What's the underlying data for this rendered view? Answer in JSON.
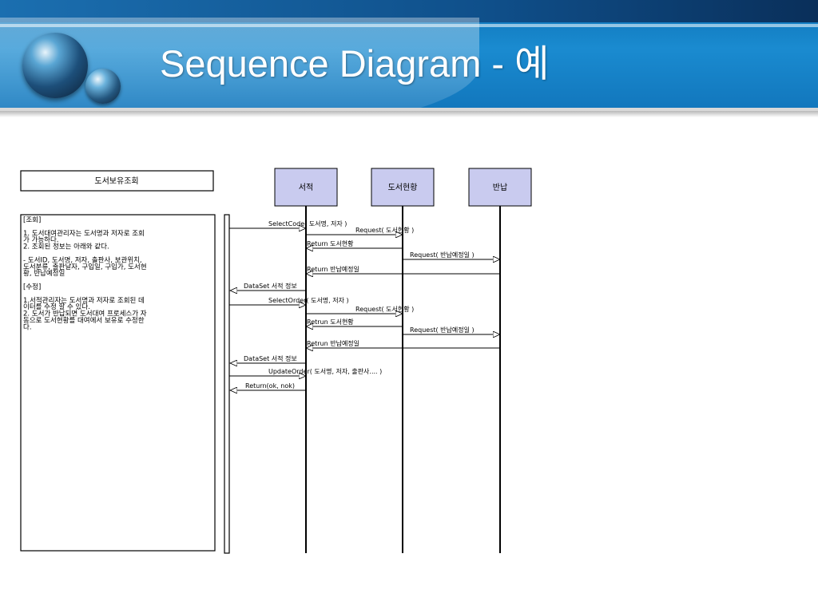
{
  "slide": {
    "title": "Sequence Diagram - 예"
  },
  "diagram": {
    "usecase_title": "도서보유조회",
    "objects": [
      {
        "label": "서적"
      },
      {
        "label": "도서현황"
      },
      {
        "label": "반납"
      }
    ],
    "description_lines": [
      "[조회]",
      "",
      "1. 도서대여관리자는 도서명과 저자로 조회",
      "가 가능하다.",
      "2. 조회된 정보는 아래와 같다.",
      "",
      "- 도서ID, 도서명, 저자, 출판사, 보관위치,",
      "도서분류, 출판날자, 구입일, 구입가, 도서현",
      "황, 반납예정일",
      "",
      "[수정]",
      "",
      "1.서적관리자는 도서명과 저자로 조회된 데",
      "이터를 수정 할 수 있다.",
      "2. 도서가 반납되면 도서대여 프로세스가 자",
      "동으로 도서현황를 대여에서 보유로 수정한",
      "다."
    ],
    "messages": [
      {
        "label": "SelectCode( 도서명, 저자 )"
      },
      {
        "label": "Request( 도서현황 )"
      },
      {
        "label": "Return 도서현황"
      },
      {
        "label": "Request( 반납예정일 )"
      },
      {
        "label": "Return 반납예정일"
      },
      {
        "label": "DataSet 서적 정보"
      },
      {
        "label": "SelectOrder( 도서명, 저자 )"
      },
      {
        "label": "Request( 도서현황 )"
      },
      {
        "label": "Retrun 도서현황"
      },
      {
        "label": "Request( 반납예정일 )"
      },
      {
        "label": "Retrun 반납예정일"
      },
      {
        "label": "DataSet 서적 정보"
      },
      {
        "label": "UpdateOrder( 도서명, 저자, 출판사.... )"
      },
      {
        "label": "Return(ok, nok)"
      }
    ]
  }
}
